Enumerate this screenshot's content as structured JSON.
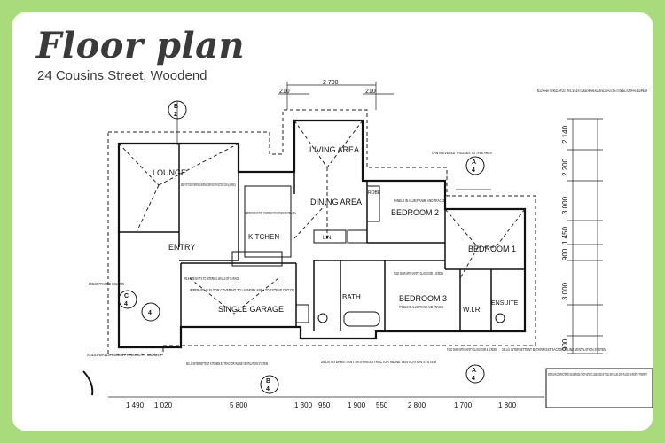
{
  "header": {
    "title": "Floor plan",
    "address": "24 Cousins Street, Woodend"
  },
  "rooms": {
    "lounge": "LOUNGE",
    "living": "LIVING AREA",
    "dining": "DINING AREA",
    "kitchen": "KITCHEN",
    "entry": "ENTRY",
    "garage": "SINGLE GARAGE",
    "bedroom1": "BEDROOM 1",
    "bedroom2": "BEDROOM 2",
    "bedroom3": "BEDROOM 3",
    "bath": "BATH",
    "wir": "W.I.R",
    "ensuite": "ENSUITE",
    "lin": "LIN",
    "robe": "ROBE"
  },
  "notes": {
    "truss_ref": "ALSO REFER TO TRUSS LAYOUT. UNTIL SITES AT LOADED AREAS ALL LINTELS & FOOTING TO BE SECTION 84 FIG 8.2D AND TA",
    "cantilever": "CANTILEVERED TRUSSES TO THIS AREA",
    "panels": "PANELS IN ALUM FRAME AND TRACKS",
    "bench": "BENCH TOP TO BE OF IMPERVIOUS MATERIAL COMPLYING WITH SECTION 1 G3/AS (e.g FORMICA)",
    "impervious_kitchen": "IMPERVIOUS FLOOR COVERING TO KITCHEN FLOOR AREA",
    "fire_batts": "R2.8 FIRE BATTS TO INTERNAL WALLS OF GARAGE",
    "impervious_laundry": "IMPERVIOUS FLOOR COVERING TO LAUNDRY AREA TO EXTEND OUT ON",
    "tiled_shower": "TILED SHWR WITH SAFETY GLASS DOOR & SCREEN",
    "extractor_kitchen": "60 L/s INTERMITTENT KITCHEN EXTRACTOR INLINE VENTILATION SYSTEM",
    "extractor_bath": "25 L/s INTERMITTENT BATHRM EXTRACTOR INLINE VENTILATION SYSTEM",
    "extractor_ens": "25 L/s INTERMITTENT BATHRM EXTRACTOR INLINE VENTILATION SYSTEM",
    "solid_walls": "SOLID WALLS 140x45 FRAMING AT 400 CRS",
    "column": "100x90 FRAMED COLUMN",
    "note_box": "NOTE: MAIN CONTRACTOR TO USE METHODS / ROOF NETS ETC LIKELIHOOD OF TOOLS OR FALLING ONTO PLACES WH RIGHT OF PROPERTY"
  },
  "dimensions": {
    "bottom": [
      "1 490",
      "1 020",
      "5 800",
      "1 300",
      "950",
      "1 900",
      "550",
      "2 800",
      "1 700",
      "1 800"
    ],
    "right": [
      "2 140",
      "2 200",
      "3 000",
      "1 450",
      "900",
      "3 000",
      "900"
    ],
    "top": [
      "2 700",
      "210",
      "210"
    ]
  }
}
